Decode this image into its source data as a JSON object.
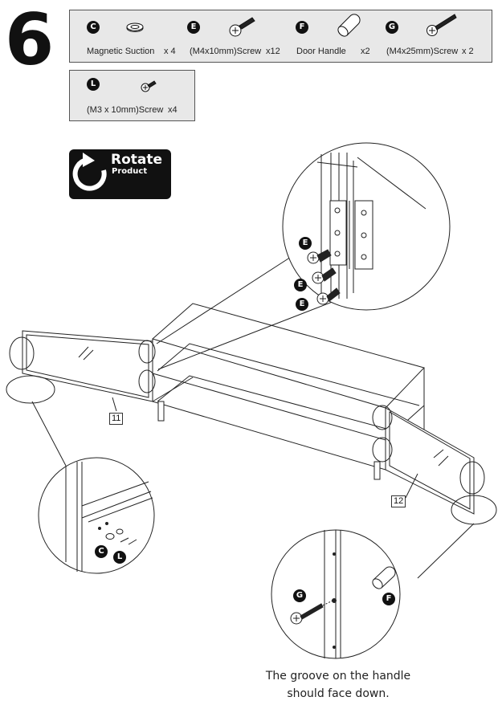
{
  "step": {
    "number": "6"
  },
  "parts_row1": [
    {
      "letter": "C",
      "label": "Magnetic Suction",
      "qty": "x 4",
      "icon": "magnetic-suction-icon"
    },
    {
      "letter": "E",
      "label": "(M4x10mm)Screw",
      "qty": "x12",
      "icon": "screw-icon"
    },
    {
      "letter": "F",
      "label": "Door Handle",
      "qty": "x2",
      "icon": "door-handle-icon"
    },
    {
      "letter": "G",
      "label": "(M4x25mm)Screw",
      "qty": "x 2",
      "icon": "long-screw-icon"
    }
  ],
  "parts_row2": [
    {
      "letter": "L",
      "label": "(M3 x 10mm)Screw",
      "qty": "x4",
      "icon": "small-screw-icon"
    }
  ],
  "rotate_badge": {
    "title": "Rotate",
    "subtitle": "Product",
    "icon": "rotate-arrow-icon"
  },
  "callouts": {
    "hinge_top": [
      "E",
      "E",
      "E"
    ],
    "left_door": [
      "C",
      "L"
    ],
    "handle": [
      "G",
      "F"
    ]
  },
  "part_numbers": {
    "left_door": "11",
    "right_door": "12"
  },
  "note": {
    "line1": "The groove on the handle",
    "line2": "should face down."
  }
}
